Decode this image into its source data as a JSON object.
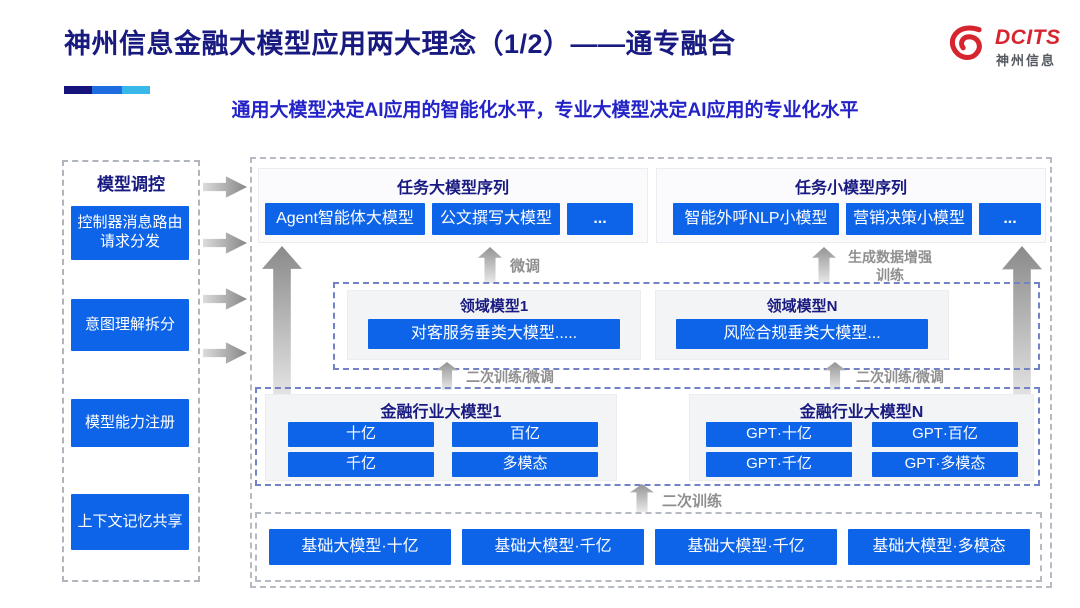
{
  "header": {
    "title": "神州信息金融大模型应用两大理念（1/2）——通专融合",
    "subtitle": "通用大模型决定AI应用的智能化水平，专业大模型决定AI应用的专业化水平",
    "logo": {
      "brand": "DCITS",
      "brand_cn": "神州信息"
    }
  },
  "sidebar": {
    "title": "模型调控",
    "items": [
      "控制器消息路由请求分发",
      "意图理解拆分",
      "模型能力注册",
      "上下文记忆共享"
    ]
  },
  "diagram": {
    "task_large_group": {
      "title": "任务大模型序列",
      "boxes": [
        "Agent智能体大模型",
        "公文撰写大模型",
        "..."
      ]
    },
    "task_small_group": {
      "title": "任务小模型序列",
      "boxes": [
        "智能外呼NLP小模型",
        "营销决策小模型",
        "..."
      ]
    },
    "domain_groups": [
      {
        "title": "领域模型1",
        "box": "对客服务垂类大模型....."
      },
      {
        "title": "领域模型N",
        "box": "风险合规垂类大模型..."
      }
    ],
    "industry_groups": [
      {
        "title": "金融行业大模型1",
        "boxes": [
          "十亿",
          "百亿",
          "千亿",
          "多模态"
        ]
      },
      {
        "title": "金融行业大模型N",
        "boxes": [
          "GPT·十亿",
          "GPT·百亿",
          "GPT·千亿",
          "GPT·多模态"
        ]
      }
    ],
    "base_models": [
      "基础大模型·十亿",
      "基础大模型·千亿",
      "基础大模型·千亿",
      "基础大模型·多模态"
    ],
    "labels": {
      "finetune": "微调",
      "gen_data_train": "生成数据增强训练",
      "retrain_finetune": "二次训练/微调",
      "retrain": "二次训练"
    }
  },
  "colors": {
    "title_navy": "#181a80",
    "subtitle_blue": "#2323c8",
    "box_blue": "#0d64e8",
    "brand_red": "#d6252e",
    "label_gray": "#8f8f8f"
  }
}
